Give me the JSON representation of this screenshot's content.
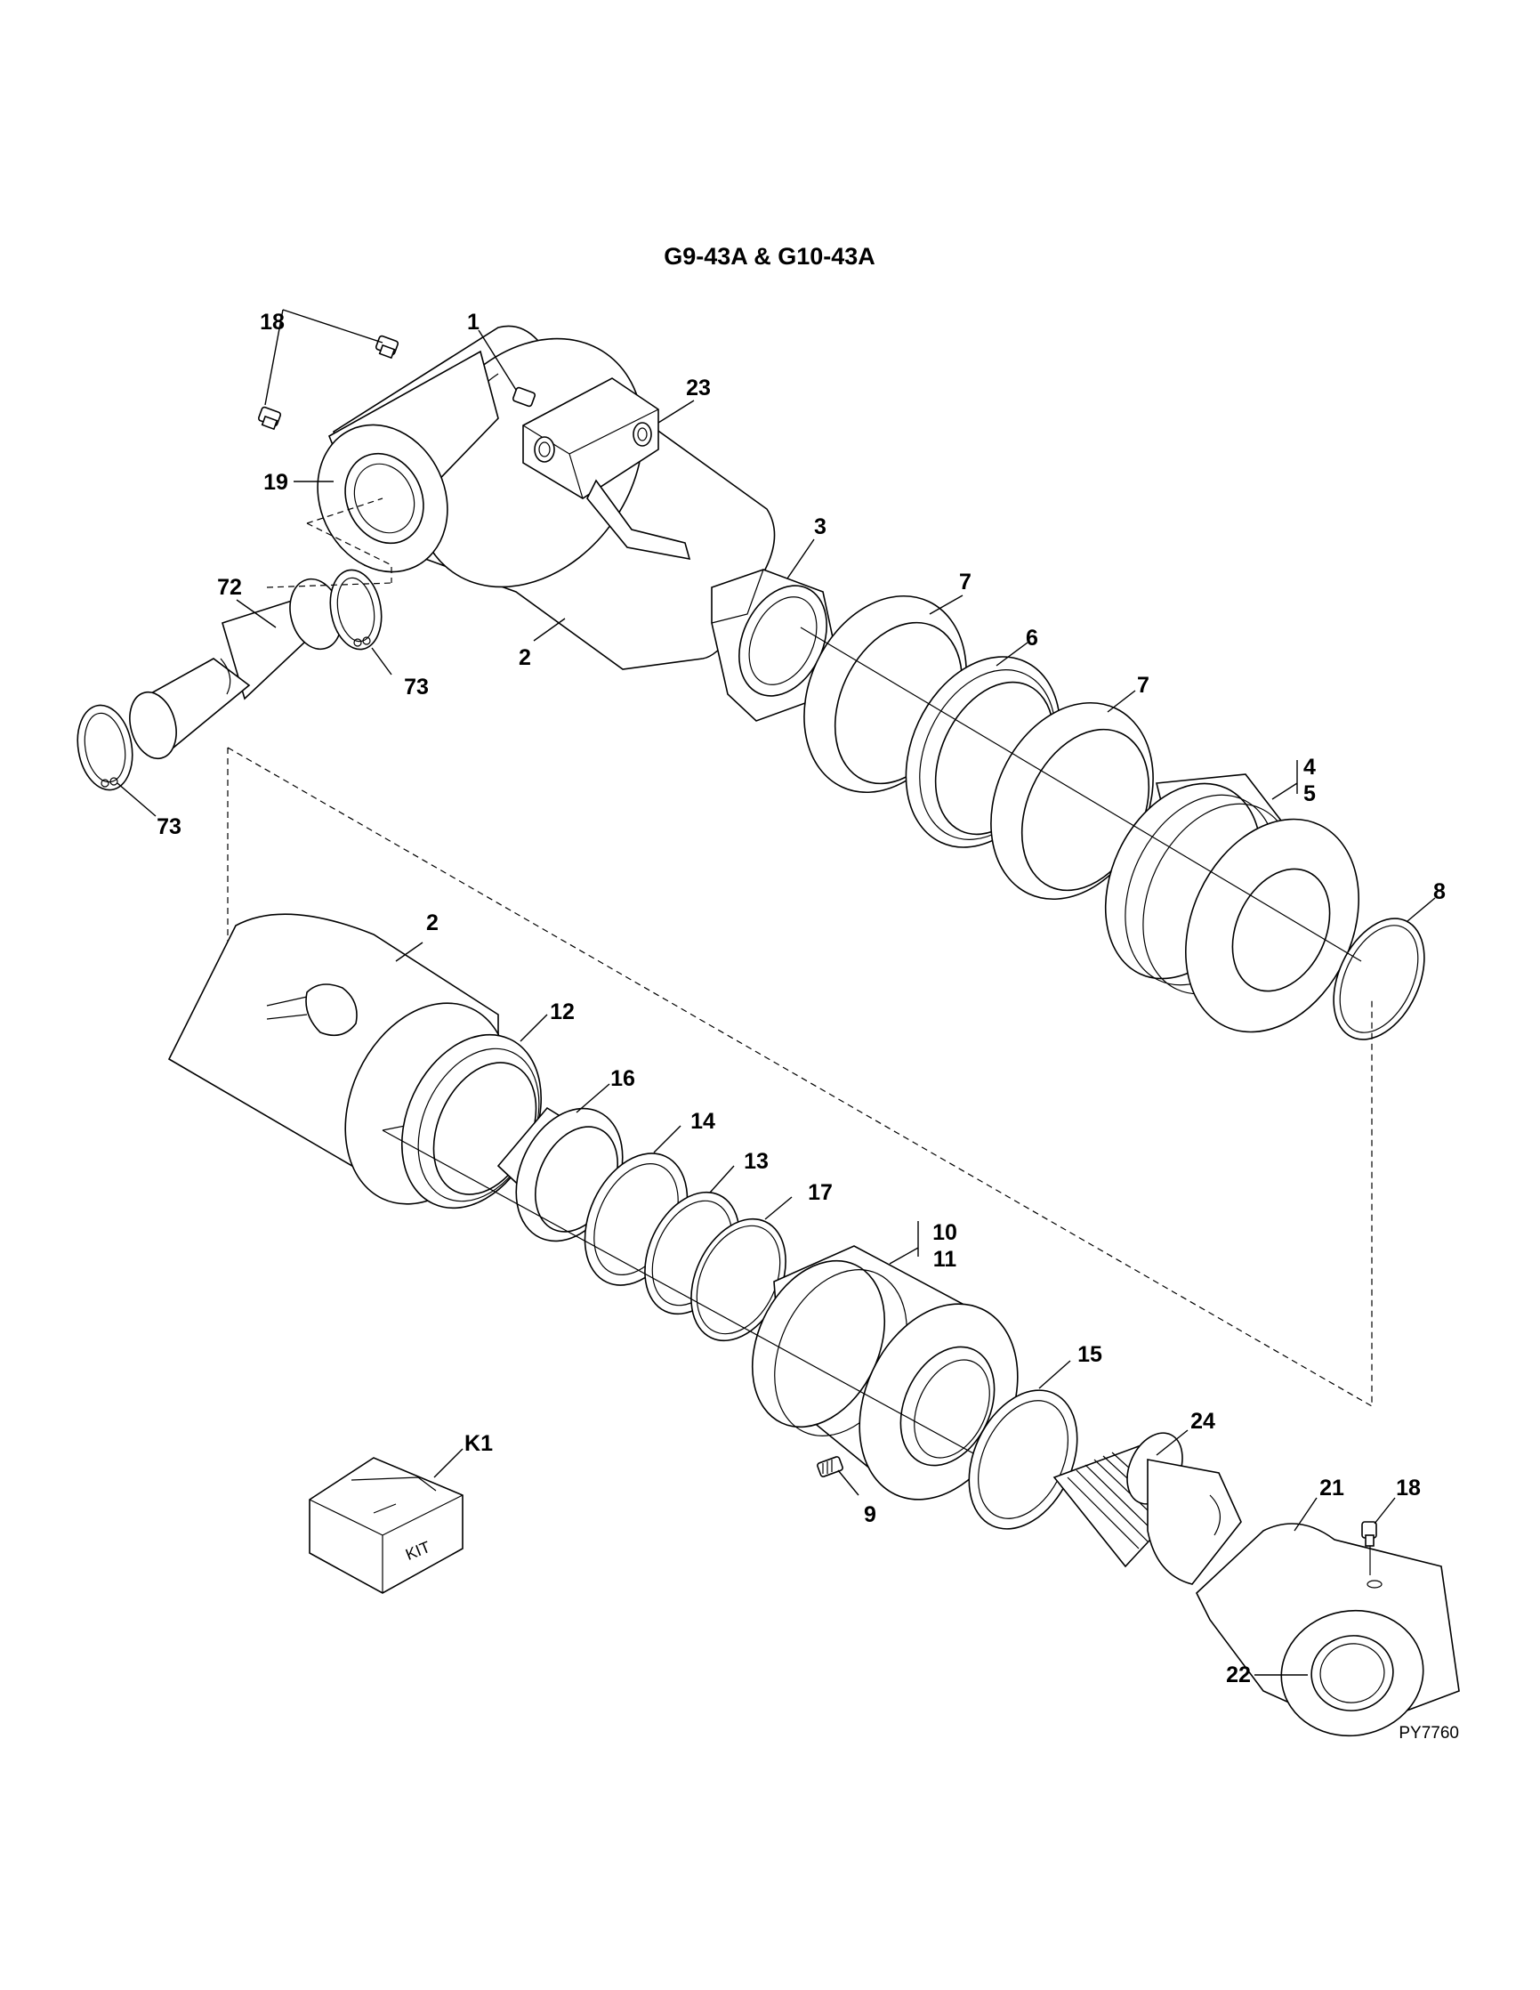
{
  "title": "G9-43A & G10-43A",
  "drawing_code": "PY7760",
  "kit_box_text": "KIT",
  "callouts": {
    "c18a": "18",
    "c1": "1",
    "c23": "23",
    "c19": "19",
    "c3": "3",
    "c72": "72",
    "c73a": "73",
    "c73b": "73",
    "c2a": "2",
    "c7a": "7",
    "c6": "6",
    "c7b": "7",
    "c4": "4",
    "c5": "5",
    "c8": "8",
    "c2b": "2",
    "c12": "12",
    "c16": "16",
    "c14": "14",
    "c13": "13",
    "c17": "17",
    "c10": "10",
    "c11": "11",
    "c15": "15",
    "c24": "24",
    "cK1": "K1",
    "c9": "9",
    "c21": "21",
    "c18b": "18",
    "c22": "22"
  }
}
